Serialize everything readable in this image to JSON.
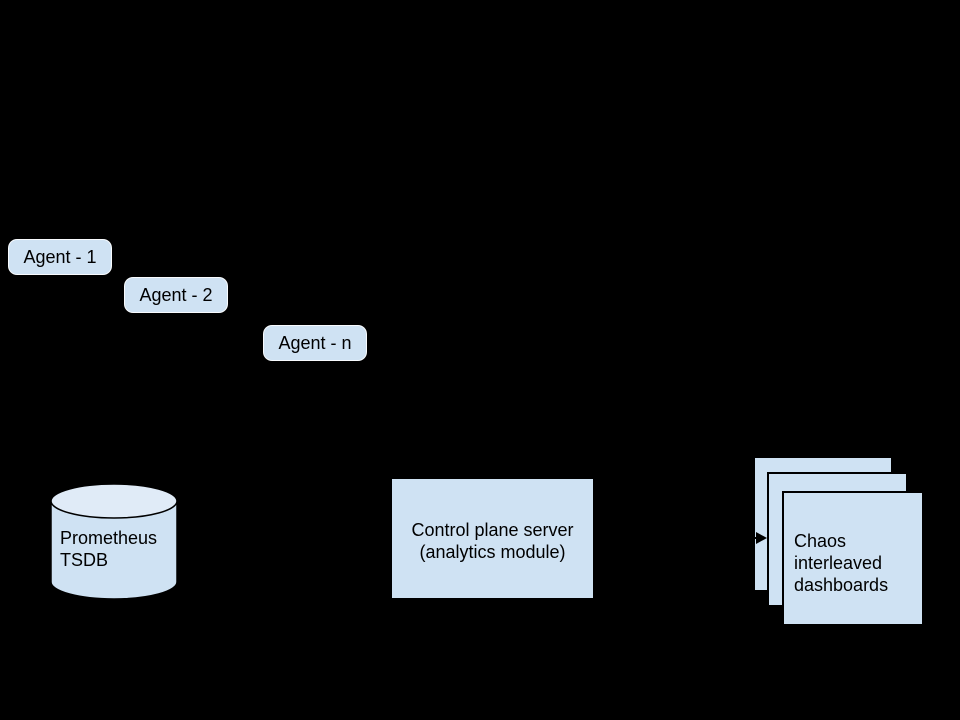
{
  "diagram": {
    "background_color": "#000000",
    "shape_fill_color": "#cfe2f3",
    "cylinder_top_fill_color": "#e0ebf7",
    "outline_color": "#000000",
    "text_color": "#000000",
    "agents": [
      {
        "label": "Agent - 1"
      },
      {
        "label": "Agent - 2"
      },
      {
        "label": "Agent - n"
      }
    ],
    "database": {
      "lines": [
        "Prometheus",
        "TSDB"
      ]
    },
    "control_plane": {
      "lines": [
        "Control plane server",
        "(analytics module)"
      ]
    },
    "dashboards": {
      "lines": [
        "Chaos",
        "interleaved",
        "dashboards"
      ]
    }
  }
}
